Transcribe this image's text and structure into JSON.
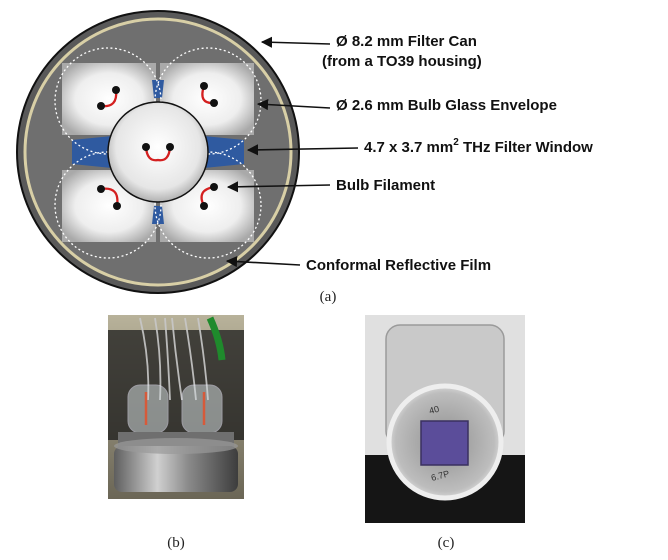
{
  "figure": {
    "labels": {
      "filter_can": "Ø 8.2 mm Filter Can",
      "filter_can_sub": "(from a TO39 housing)",
      "bulb_envelope": "Ø 2.6 mm Bulb Glass Envelope",
      "filter_window_main": "4.7 x 3.7 mm",
      "filter_window_sup": "2",
      "filter_window_tail": " THz Filter Window",
      "bulb_filament": "Bulb Filament",
      "reflective_film": "Conformal Reflective Film"
    },
    "captions": {
      "a": "(a)",
      "b": "(b)",
      "c": "(c)"
    },
    "photo_c_marks": {
      "top": "40",
      "bottom": "6.7P"
    },
    "colors": {
      "can_outer": "#595959",
      "can_inner": "#6f6f6f",
      "reflective_film": "#d8cfa6",
      "filter_window": "#2f5aa0",
      "filament": "#d42020",
      "filament_lead": "#111111"
    }
  }
}
